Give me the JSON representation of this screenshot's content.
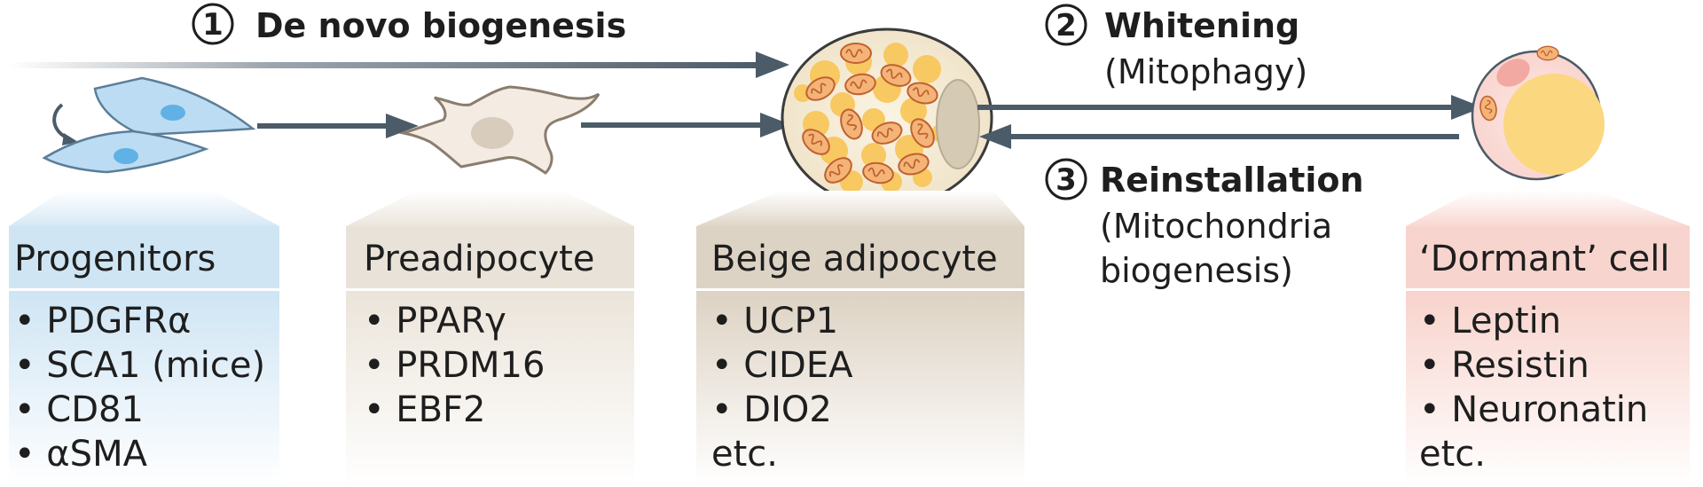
{
  "steps": [
    {
      "number": "1",
      "title": "De novo biogenesis",
      "subtitle": ""
    },
    {
      "number": "2",
      "title": "Whitening",
      "subtitle": "(Mitophagy)"
    },
    {
      "number": "3",
      "title": "Reinstallation",
      "subtitle_line1": "(Mitochondria",
      "subtitle_line2": "biogenesis)"
    }
  ],
  "stages": [
    {
      "title": "Progenitors",
      "items": [
        "• PDGFRα",
        "• SCA1 (mice)",
        "• CD81",
        "• αSMA"
      ],
      "color": "#cfe5f4"
    },
    {
      "title": "Preadipocyte",
      "items": [
        "• PPARγ",
        "• PRDM16",
        "• EBF2"
      ],
      "color": "#e8e2d8"
    },
    {
      "title": "Beige adipocyte",
      "items": [
        "• UCP1",
        "• CIDEA",
        "• DIO2",
        "etc."
      ],
      "color": "#ddd3c5"
    },
    {
      "title": "‘Dormant’ cell",
      "items": [
        "• Leptin",
        "• Resistin",
        "• Neuronatin",
        "etc."
      ],
      "color": "#f8d4ce"
    }
  ],
  "colors": {
    "arrow": "#4b5b68",
    "progenitor_cell": "#bcdcf3",
    "progenitor_nucleus": "#5fb1e6",
    "preadipocyte_cell": "#f4ece3",
    "lipid": "#f9c75c",
    "mitochondria": "#f0a566",
    "dormant_pink": "#fbd7d3"
  }
}
